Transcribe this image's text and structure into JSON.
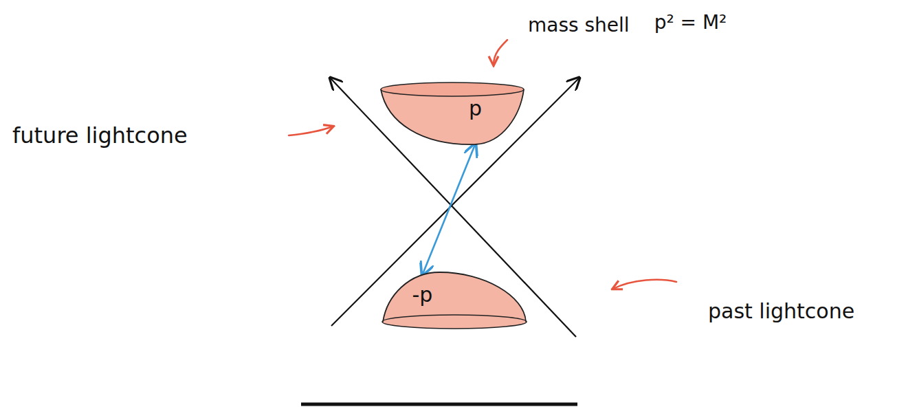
{
  "diagram": {
    "nodes": [
      {
        "text": [
          "p"
        ]
      },
      {
        "text": [
          "-p"
        ]
      }
    ],
    "edges": [
      {
        "from": 0,
        "to": 1,
        "arrow": "both"
      }
    ],
    "labels": [
      "mass shell",
      "p² = M²",
      "future lightcone",
      "past lightcone"
    ]
  }
}
